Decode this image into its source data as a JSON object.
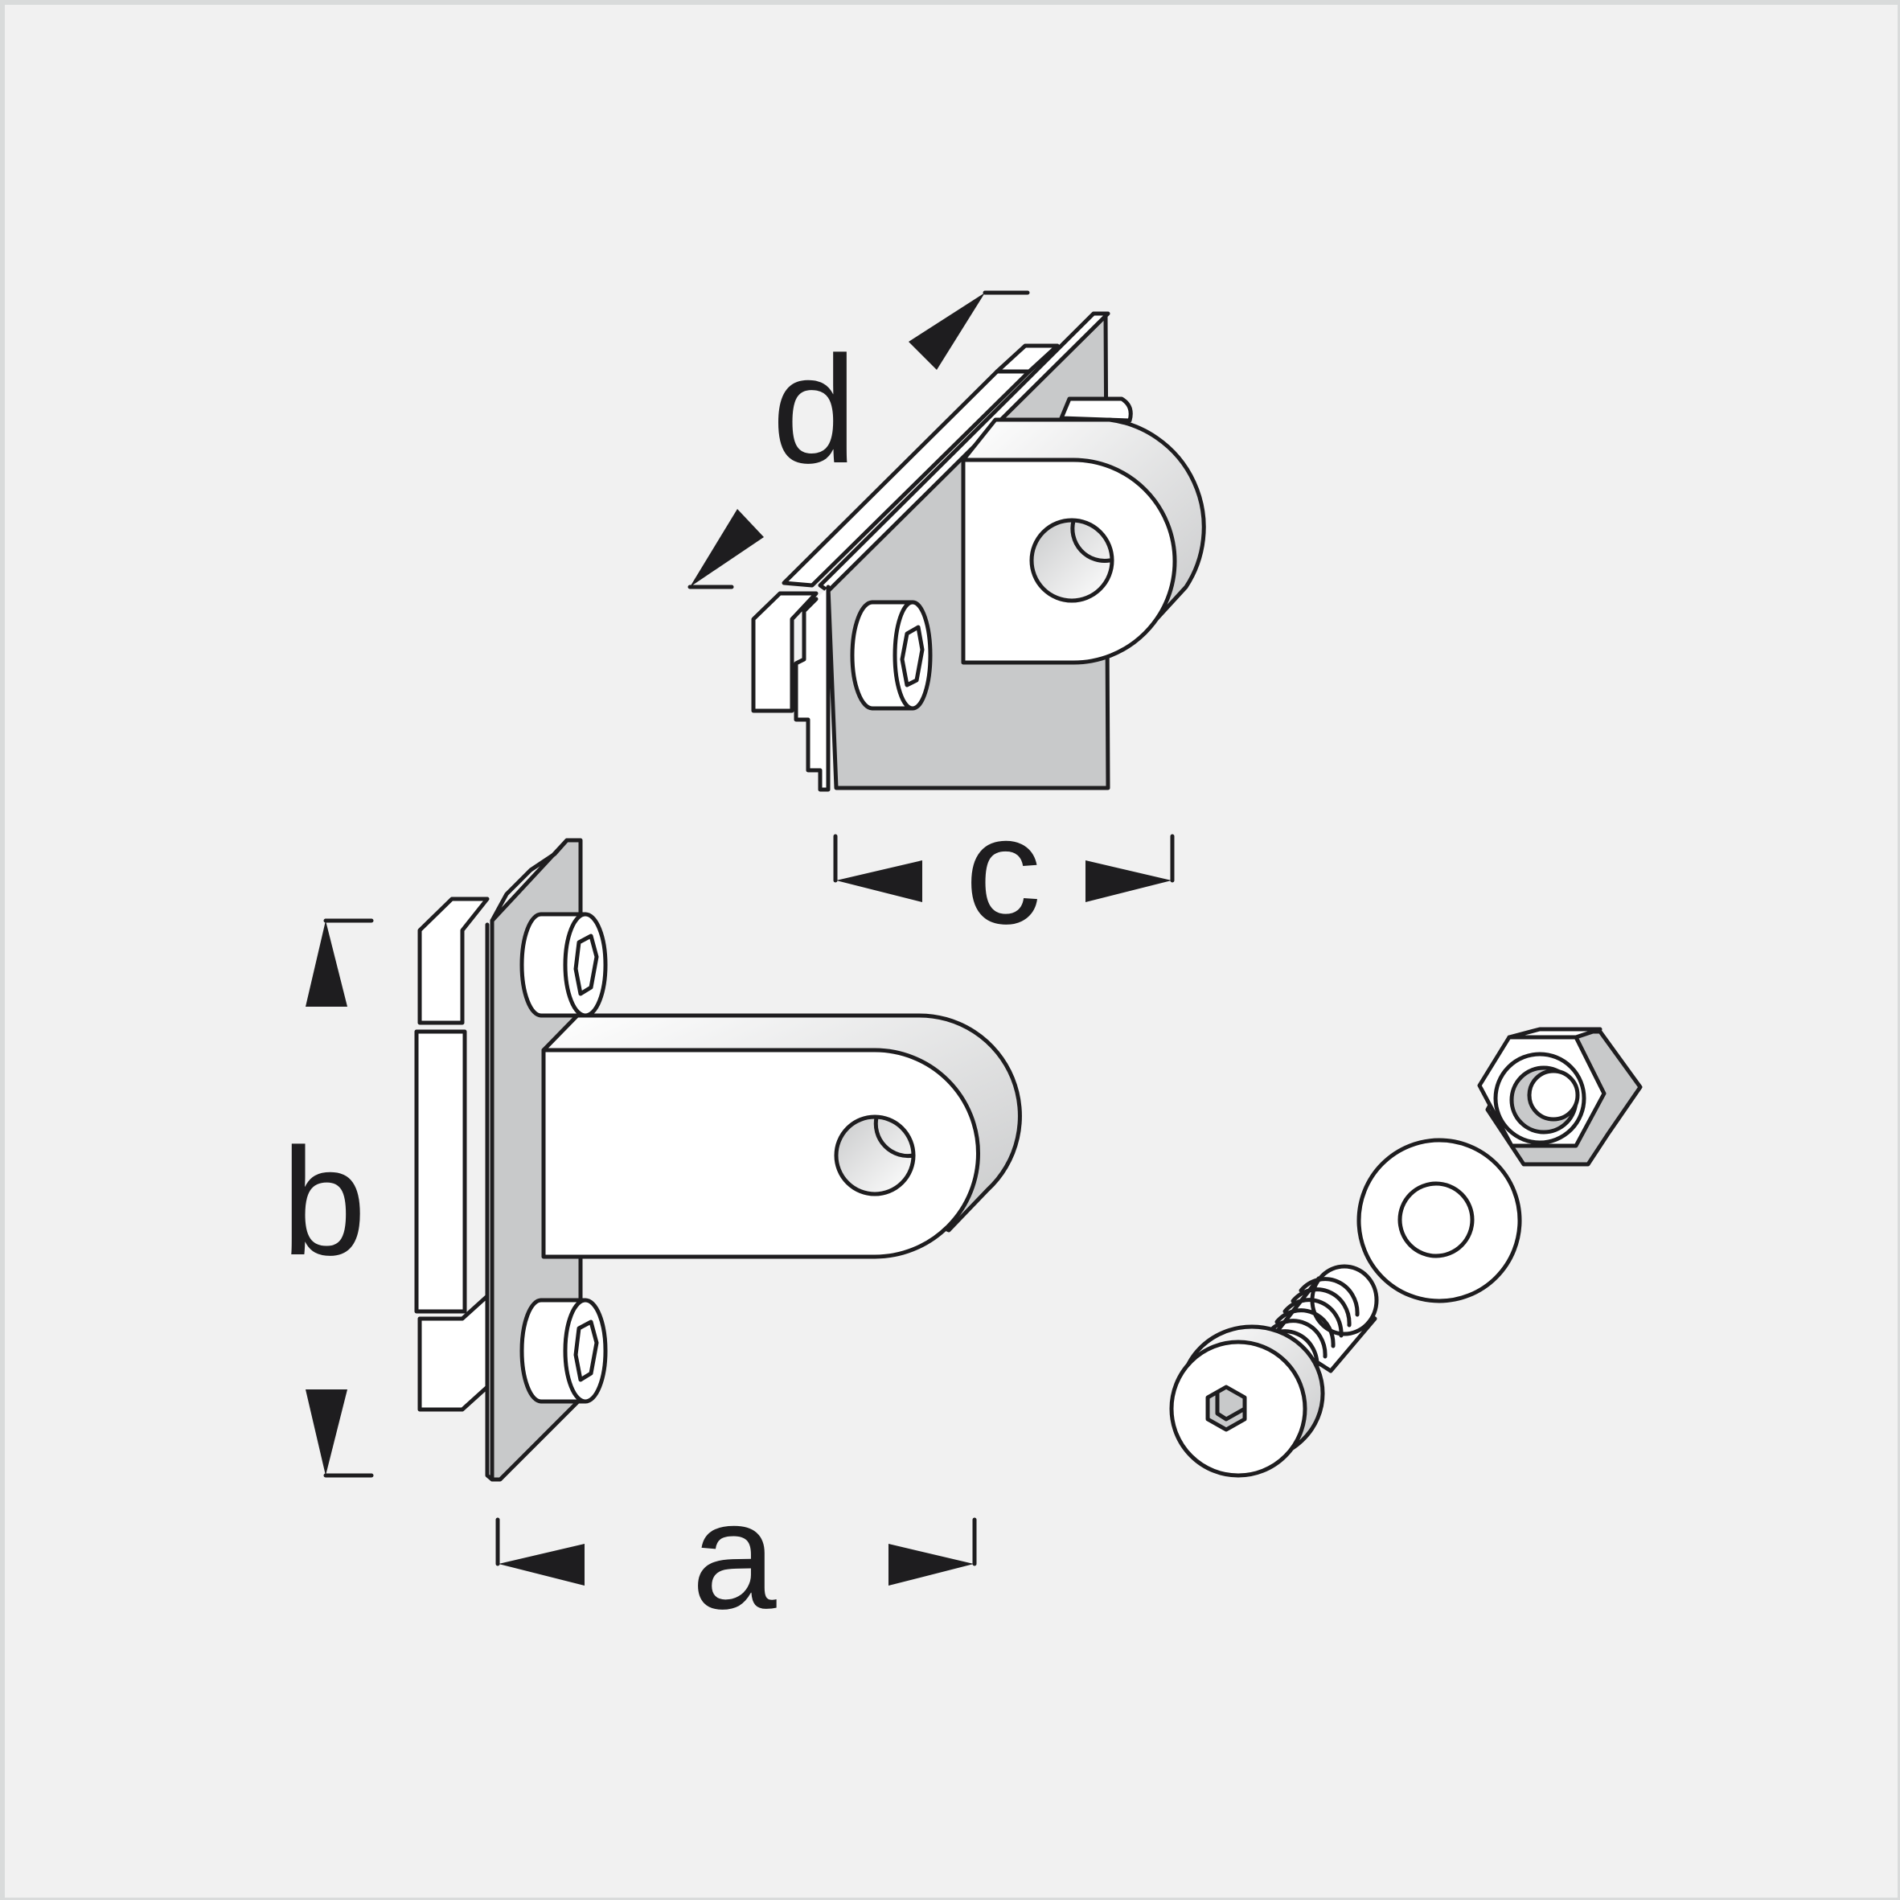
{
  "diagram": {
    "type": "technical-dimension-drawing",
    "subject": "clevis mounting bracket with screw, washer and nut",
    "background": "#f1f1f1",
    "frame_color": "#d9dbdb",
    "line_color": "#1e1d1f",
    "part_fill": "#ffffff",
    "shade_fill": "#c8c9ca",
    "dimensions": {
      "a": {
        "label": "a",
        "orientation": "horizontal",
        "describes": "overall depth of bracket (front view)"
      },
      "b": {
        "label": "b",
        "orientation": "vertical",
        "describes": "height of base plate (front view)"
      },
      "c": {
        "label": "c",
        "orientation": "horizontal",
        "describes": "depth of clevis tab (top view)"
      },
      "d": {
        "label": "d",
        "orientation": "diagonal",
        "describes": "length of base plate (top view)"
      }
    },
    "views": [
      {
        "name": "isometric-view",
        "dimension_labels": [
          "d",
          "c"
        ]
      },
      {
        "name": "front-view",
        "dimension_labels": [
          "b",
          "a"
        ]
      },
      {
        "name": "hardware-exploded",
        "parts": [
          "socket-head-cap-screw",
          "flat-washer",
          "hex-nut"
        ]
      }
    ]
  }
}
